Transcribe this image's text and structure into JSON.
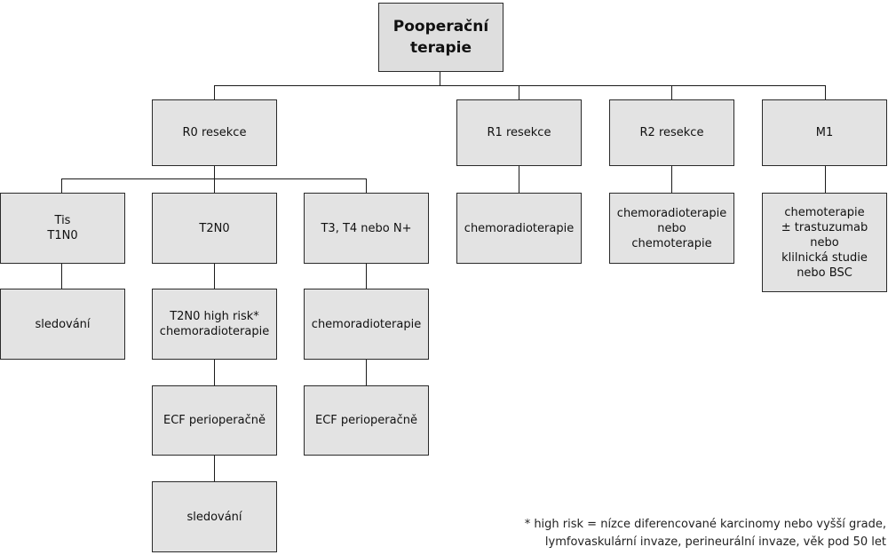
{
  "nodes": {
    "root": "Pooperační\nterapie",
    "r0": "R0 resekce",
    "r1": "R1 resekce",
    "r2": "R2 resekce",
    "m1": "M1",
    "tis": "Tis\nT1N0",
    "t2n0": "T2N0",
    "t3t4": "T3, T4 nebo N+",
    "sled1": "sledování",
    "t2n0_high": "T2N0 high risk*\nchemoradioterapie",
    "t3_chemo": "chemoradioterapie",
    "ecf1": "ECF perioperačně",
    "ecf2": "ECF perioperačně",
    "sled2": "sledování",
    "r1_treat": "chemoradioterapie",
    "r2_treat": "chemoradioterapie\nnebo\nchemoterapie",
    "m1_treat": "chemoterapie\n± trastuzumab\nnebo\nklilnická studie\nnebo BSC"
  },
  "footnote": {
    "line1": "* high risk = nízce diferencované karcinomy nebo vyšší grade,",
    "line2": "lymfovaskulární invaze, perineurální invaze, věk pod 50 let"
  }
}
